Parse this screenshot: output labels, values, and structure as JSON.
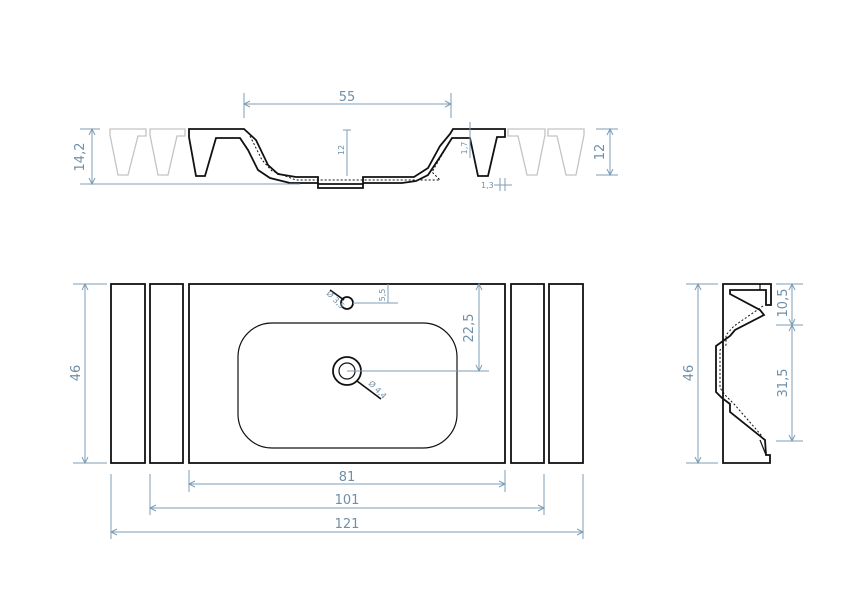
{
  "front_view": {
    "width_label": "55",
    "depth_label": "12",
    "lip_label": "1,7",
    "thickness_label": "1,3",
    "total_height_label": "14,2",
    "height_label": "12"
  },
  "top_view": {
    "depth_label": "46",
    "tap_hole_diameter_label": "Ø 3,5",
    "tap_hole_offset_label": "5,5",
    "drain_offset_label": "22,5",
    "drain_diameter_label": "Ø 4,4",
    "width_81_label": "81",
    "width_101_label": "101",
    "width_121_label": "121"
  },
  "side_view": {
    "depth_label": "46",
    "upper_label": "10,5",
    "lower_label": "31,5"
  },
  "colors": {
    "outline": "#111111",
    "dimension": "#7e9db5",
    "ghost": "#c4c4c4"
  }
}
